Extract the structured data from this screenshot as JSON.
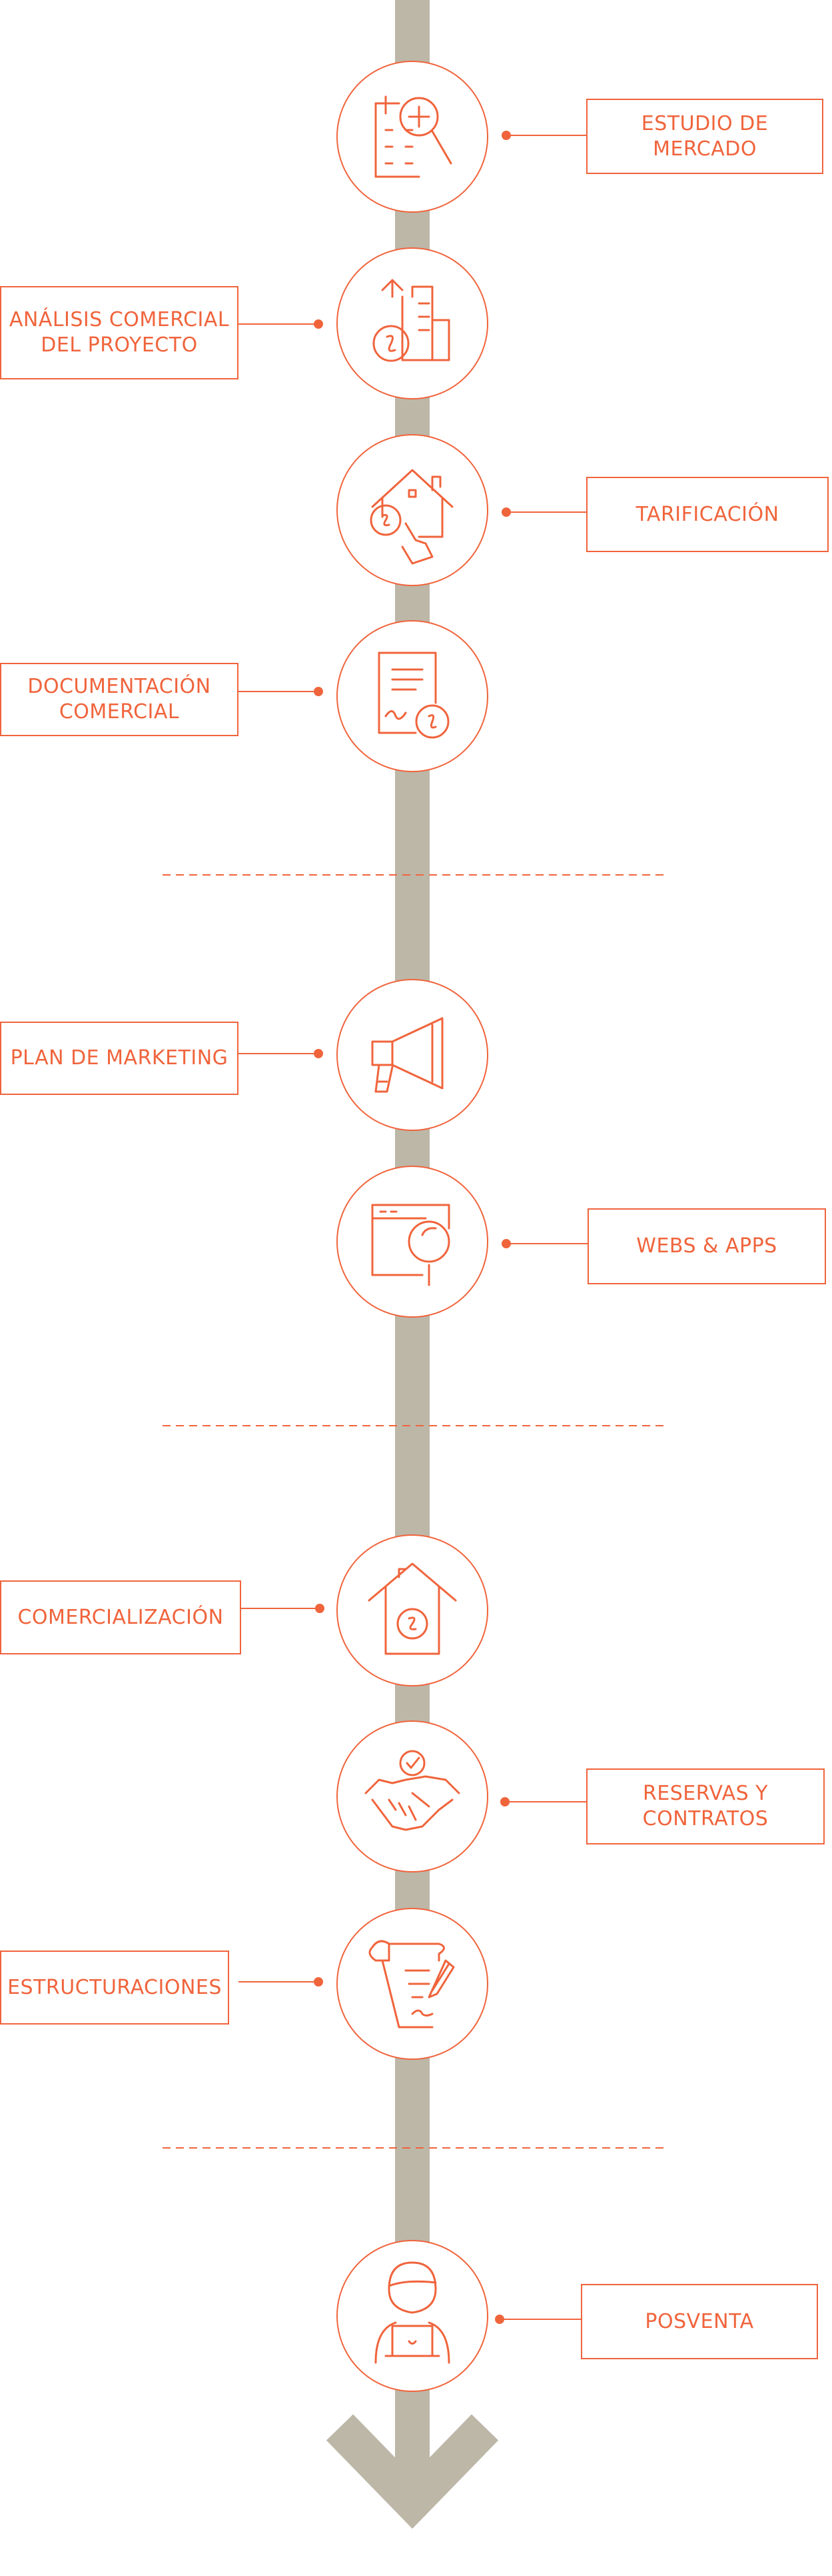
{
  "colors": {
    "accent": "#f0643c",
    "spine": "#bdb7a8",
    "background": "#ffffff"
  },
  "steps": [
    {
      "id": "estudio",
      "label": "ESTUDIO DE\nMERCADO",
      "side": "right",
      "icon": "market-study-icon"
    },
    {
      "id": "analisis",
      "label": "ANÁLISIS COMERCIAL\nDEL PROYECTO",
      "side": "left",
      "icon": "commercial-analysis-icon"
    },
    {
      "id": "tarificacion",
      "label": "TARIFICACIÓN",
      "side": "right",
      "icon": "pricing-house-icon"
    },
    {
      "id": "documentacion",
      "label": "DOCUMENTACIÓN\nCOMERCIAL",
      "side": "left",
      "icon": "commercial-document-icon"
    },
    {
      "id": "marketing",
      "label": "PLAN DE MARKETING",
      "side": "left",
      "icon": "megaphone-icon"
    },
    {
      "id": "webs",
      "label": "WEBS & APPS",
      "side": "right",
      "icon": "web-search-icon"
    },
    {
      "id": "comercializacion",
      "label": "COMERCIALIZACIÓN",
      "side": "left",
      "icon": "house-money-icon"
    },
    {
      "id": "reservas",
      "label": "RESERVAS Y\nCONTRATOS",
      "side": "right",
      "icon": "handshake-icon"
    },
    {
      "id": "estructuraciones",
      "label": "ESTRUCTURACIONES",
      "side": "left",
      "icon": "contract-scroll-icon"
    },
    {
      "id": "posventa",
      "label": "POSVENTA",
      "side": "right",
      "icon": "support-agent-icon"
    }
  ]
}
